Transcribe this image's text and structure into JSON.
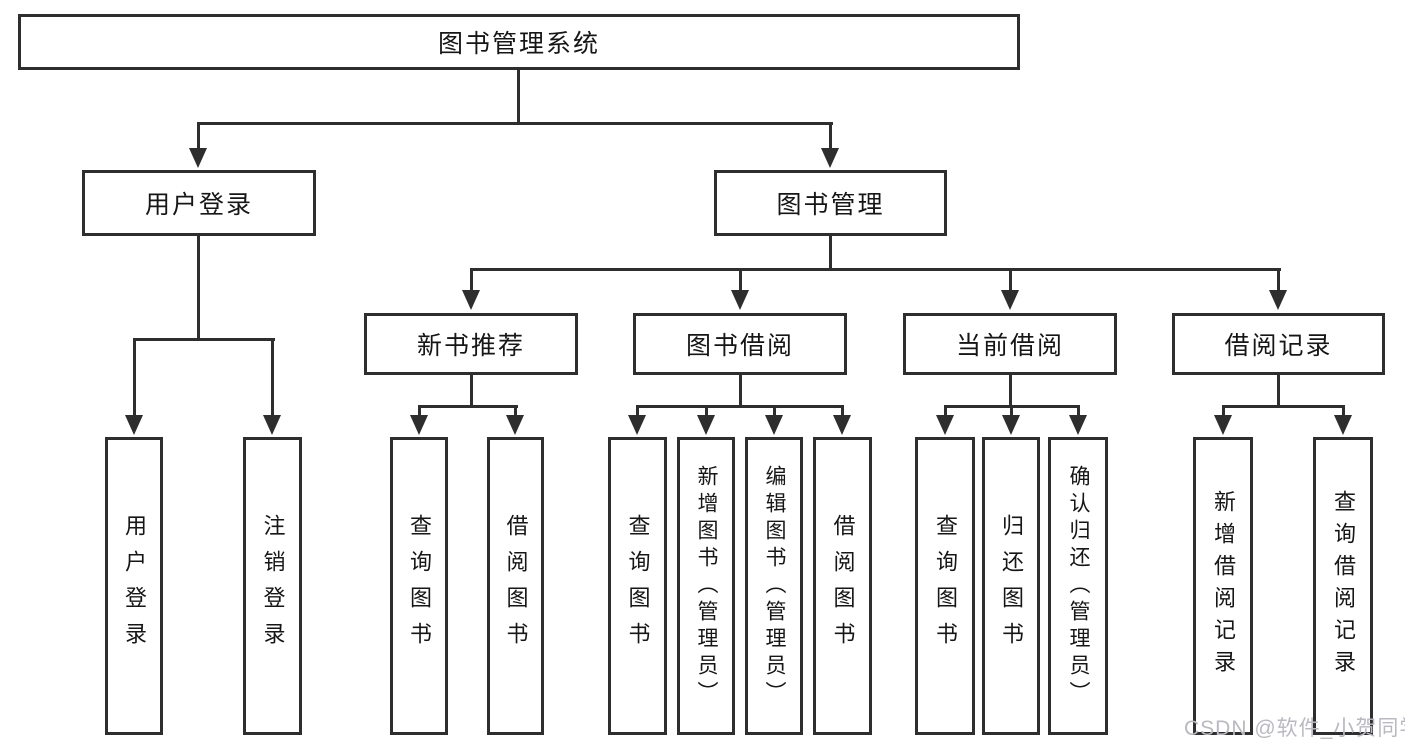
{
  "diagram_type": "hierarchy-tree",
  "tree": {
    "label": "图书管理系统",
    "children": [
      {
        "label": "用户登录",
        "children": [
          {
            "label": "用户登录"
          },
          {
            "label": "注销登录"
          }
        ]
      },
      {
        "label": "图书管理",
        "children": [
          {
            "label": "新书推荐",
            "children": [
              {
                "label": "查询图书"
              },
              {
                "label": "借阅图书"
              }
            ]
          },
          {
            "label": "图书借阅",
            "children": [
              {
                "label": "查询图书"
              },
              {
                "label": "新增图书（管理员）"
              },
              {
                "label": "编辑图书（管理员）"
              },
              {
                "label": "借阅图书"
              }
            ]
          },
          {
            "label": "当前借阅",
            "children": [
              {
                "label": "查询图书"
              },
              {
                "label": "归还图书"
              },
              {
                "label": "确认归还（管理员）"
              }
            ]
          },
          {
            "label": "借阅记录",
            "children": [
              {
                "label": "新增借阅记录"
              },
              {
                "label": "查询借阅记录"
              }
            ]
          }
        ]
      }
    ]
  },
  "watermark": "CSDN @软件_小贺同学",
  "colors": {
    "line": "#2e2e2e",
    "text": "#161616",
    "box_background": "#ffffff",
    "background": "#ffffff",
    "watermark": "#b9b9c1"
  }
}
